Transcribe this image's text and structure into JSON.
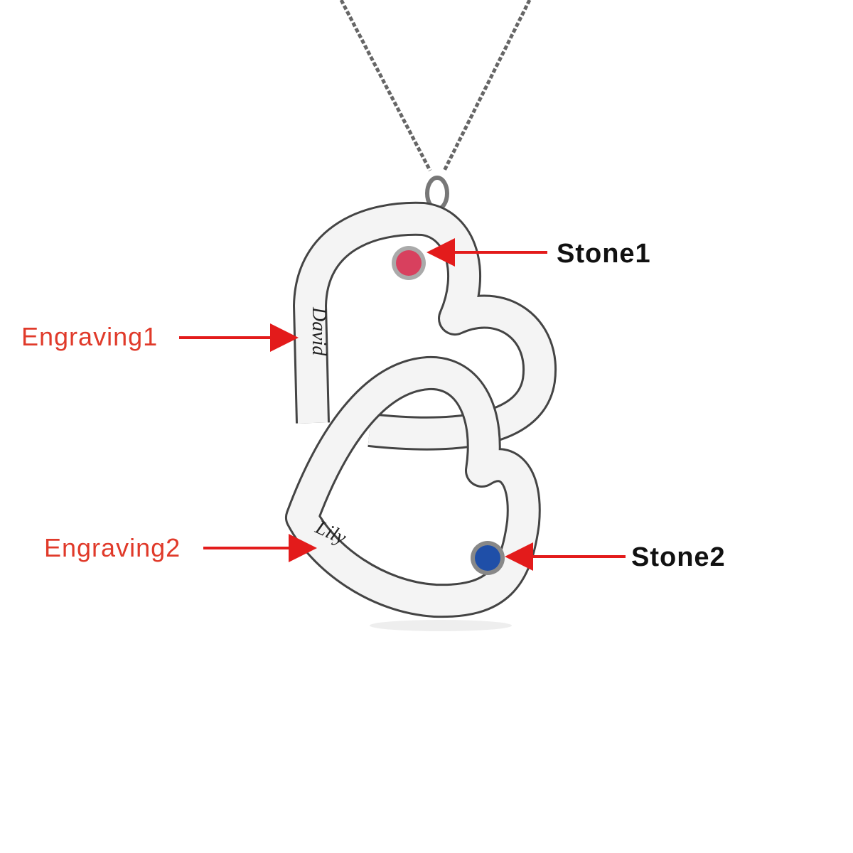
{
  "labels": {
    "stone1": "Stone1",
    "stone2": "Stone2",
    "engraving1": "Engraving1",
    "engraving2": "Engraving2"
  },
  "engravings": {
    "upper_heart": "David",
    "lower_heart": "Lily"
  },
  "colors": {
    "arrow": "#e31b1b",
    "engraving_label": "#e03a2a",
    "stone1": "#d8405e",
    "stone2": "#1f4fa8",
    "metal": "#f3f3f3"
  }
}
